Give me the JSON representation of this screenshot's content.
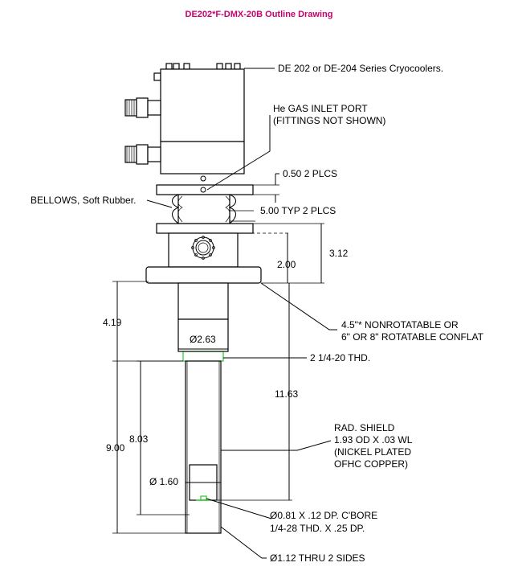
{
  "title": "DE202*F-DMX-20B Outline Drawing",
  "colors": {
    "title": "#c8006e",
    "thread_highlight": "#22cc22",
    "line": "#000000"
  },
  "labels": {
    "cryocooler": "DE 202 or DE-204 Series Cryocoolers.",
    "gas_inlet_1": "He GAS INLET PORT",
    "gas_inlet_2": "(FITTINGS NOT SHOWN)",
    "bellows": "BELLOWS, Soft Rubber.",
    "conflat_1": "4.5\"* NONROTATABLE OR",
    "conflat_2": "6\" OR 8\" ROTATABLE CONFLAT",
    "thread": "2 1/4-20 THD.",
    "shield_1": "RAD. SHIELD",
    "shield_2": "1.93 OD X .03 WL",
    "shield_3": "(NICKEL PLATED",
    "shield_4": "OFHC COPPER)",
    "cbore_1": "Ø0.81 X .12 DP. C'BORE",
    "cbore_2": "1/4-28 THD. X .25 DP.",
    "thru": "Ø1.12 THRU 2 SIDES"
  },
  "dimensions": {
    "d050": "0.50 2 PLCS",
    "d500": "5.00 TYP 2 PLCS",
    "d312": "3.12",
    "d200": "2.00",
    "d419": "4.19",
    "d263": "Ø2.63",
    "d1163": "11.63",
    "d803": "8.03",
    "d900": "9.00",
    "d160": "Ø 1.60"
  }
}
